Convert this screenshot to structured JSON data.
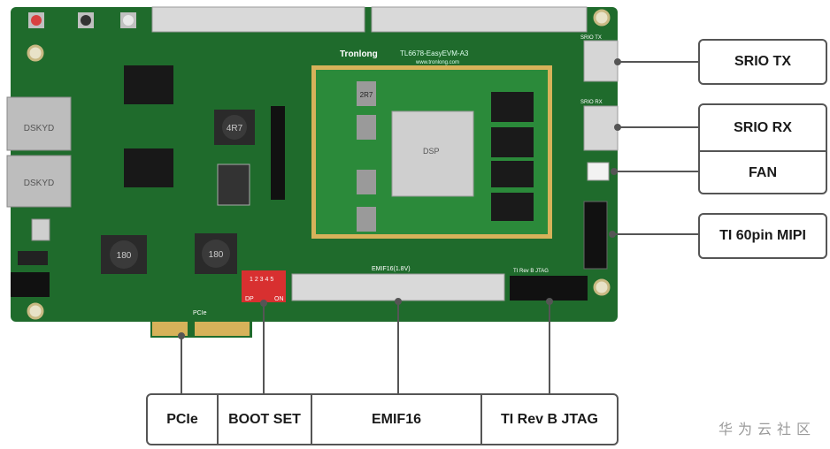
{
  "callouts": {
    "srio_tx": "SRIO TX",
    "srio_rx": "SRIO RX",
    "fan": "FAN",
    "mipi": "TI 60pin MIPI"
  },
  "bottom_labels": {
    "pcie": "PCIe",
    "boot_set": "BOOT SET",
    "emif16": "EMIF16",
    "jtag": "TI Rev B JTAG"
  },
  "board_text": {
    "brand": "Tronlong",
    "model": "TL6678-EasyEVM-A3",
    "website": "www.tronlong.com",
    "dsp_mark": "DSP",
    "emif_silk": "EMIF16(1.8V)",
    "jtag_silk": "TI Rev B JTAG",
    "srio_tx_silk": "SRIO TX",
    "srio_rx_silk": "SRIO RX",
    "pcie_silk": "PCIe",
    "dip_silk": "1 2 3 4 5",
    "dip_on": "ON",
    "dip_label": "DP",
    "inductor_1": "180",
    "inductor_2": "180",
    "inductor_3": "4R7",
    "module_inductor": "2R7",
    "rj45_1": "DSKYD",
    "rj45_2": "DSKYD"
  },
  "watermark": "华为云社区",
  "colors": {
    "board": "#1f6b2c",
    "module": "#2b8a3a",
    "gold": "#d7b25a",
    "callout_border": "#555555"
  }
}
